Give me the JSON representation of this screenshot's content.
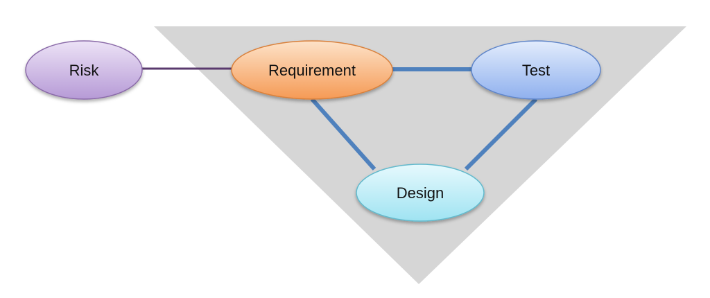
{
  "diagram": {
    "nodes": {
      "risk": {
        "label": "Risk"
      },
      "requirement": {
        "label": "Requirement"
      },
      "test": {
        "label": "Test"
      },
      "design": {
        "label": "Design"
      }
    },
    "colors": {
      "triangle": "#d6d6d6",
      "link": "#4f81bd",
      "risk_link": "#5a3a6e",
      "risk_fill": "#c6aee0",
      "requirement_fill": "#f7b47a",
      "test_fill": "#a9c3f2",
      "design_fill": "#bfeef7"
    }
  }
}
